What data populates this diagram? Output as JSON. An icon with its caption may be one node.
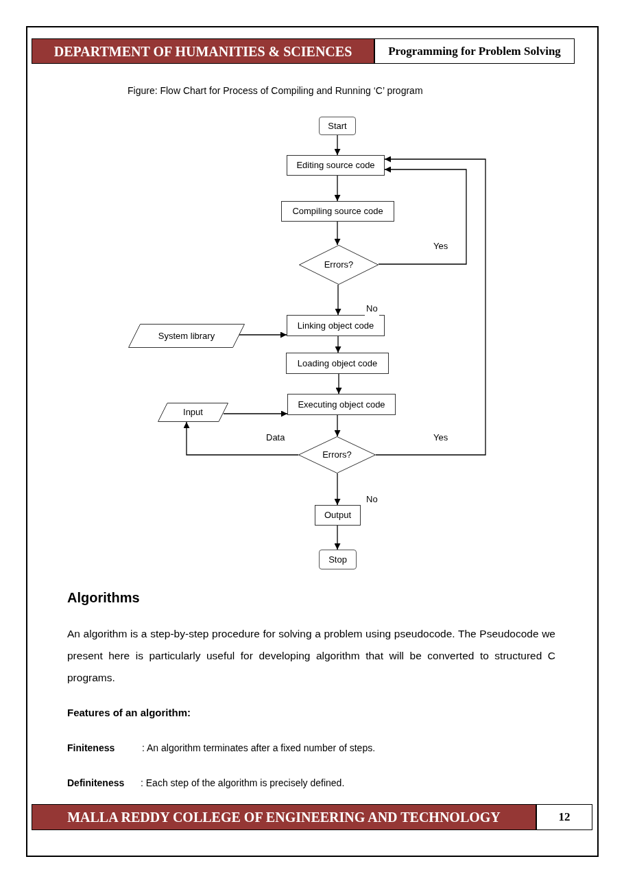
{
  "diagram": {
    "title": "Figure: Flow Chart for Process of Compiling and Running ‘C’ program",
    "nodes": [
      {
        "text": [
          "DEPARTMENT OF HUMANITIES & SCIENCES"
        ]
      },
      {
        "text": [
          "Programming for Problem Solving"
        ]
      },
      {
        "text": [
          "Start"
        ]
      },
      {
        "text": [
          "Editing source code"
        ]
      },
      {
        "text": [
          "Compiling source code"
        ]
      },
      {
        "text": [
          "Errors?"
        ]
      },
      {
        "text": [
          "Linking object code"
        ]
      },
      {
        "text": [
          "System library"
        ]
      },
      {
        "text": [
          "Loading object code"
        ]
      },
      {
        "text": [
          "Executing object code"
        ]
      },
      {
        "text": [
          "Input"
        ]
      },
      {
        "text": [
          "Errors?"
        ]
      },
      {
        "text": [
          "Output"
        ]
      },
      {
        "text": [
          "Stop"
        ]
      },
      {
        "text": [
          "MALLA REDDY COLLEGE OF ENGINEERING AND TECHNOLOGY"
        ]
      },
      {
        "text": [
          "12"
        ]
      }
    ],
    "edges": [
      {
        "from": 2,
        "to": 3,
        "arrow": "to"
      },
      {
        "from": 3,
        "to": 4,
        "arrow": "to"
      },
      {
        "from": 4,
        "to": 5,
        "arrow": "to"
      },
      {
        "from": 5,
        "to": 3,
        "arrow": "to",
        "label": "Yes"
      },
      {
        "from": 5,
        "to": 6,
        "arrow": "to",
        "label": "No"
      },
      {
        "from": 7,
        "to": 6,
        "arrow": "to"
      },
      {
        "from": 6,
        "to": 8,
        "arrow": "to"
      },
      {
        "from": 8,
        "to": 9,
        "arrow": "to"
      },
      {
        "from": 10,
        "to": 9,
        "arrow": "to"
      },
      {
        "from": 9,
        "to": 11,
        "arrow": "to"
      },
      {
        "from": 11,
        "to": 3,
        "arrow": "to",
        "label": "Yes"
      },
      {
        "from": 11,
        "to": 10,
        "arrow": "to",
        "label": "Data"
      },
      {
        "from": 11,
        "to": 12,
        "arrow": "to",
        "label": "No"
      },
      {
        "from": 12,
        "to": 13,
        "arrow": "to"
      }
    ],
    "labels": [
      "Algorithms",
      "An algorithm is a step-by-step procedure for solving a problem using pseudocode. The Pseudocode we present here is particularly useful for developing algorithm that will be converted to structured C programs.",
      "Features of an algorithm:",
      "Finiteness",
      ": An algorithm terminates after a fixed number of steps.",
      "Definiteness",
      ": Each step of the algorithm is precisely defined."
    ]
  }
}
